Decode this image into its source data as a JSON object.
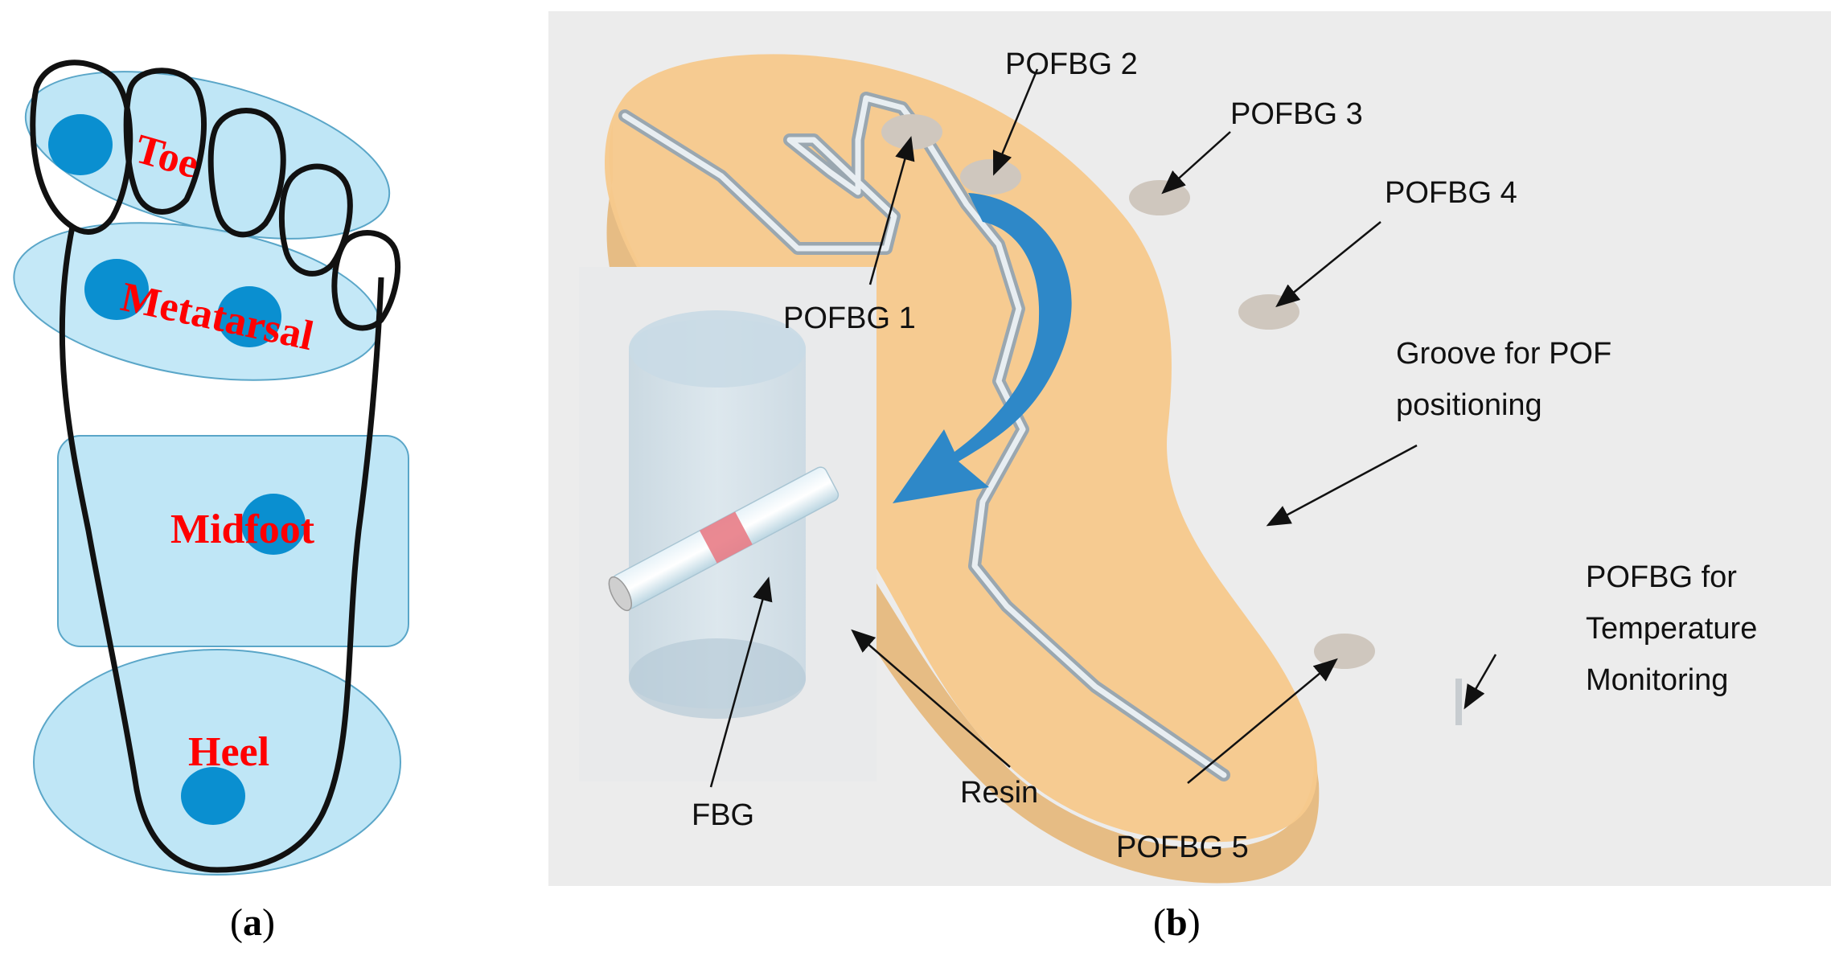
{
  "panel_a": {
    "regions": {
      "toe": "Toe",
      "metatarsal": "Metatarsal",
      "midfoot": "Midfoot",
      "heel": "Heel"
    },
    "caption_letter": "a"
  },
  "panel_b": {
    "labels": {
      "pofbg1": "POFBG 1",
      "pofbg2": "POFBG 2",
      "pofbg3": "POFBG 3",
      "pofbg4": "POFBG 4",
      "pofbg5": "POFBG 5",
      "groove_line1": "Groove for POF",
      "groove_line2": "positioning",
      "temp_line1": "POFBG for",
      "temp_line2": "Temperature",
      "temp_line3": "Monitoring",
      "resin": "Resin",
      "fbg": "FBG"
    },
    "caption_letter": "b"
  },
  "colors": {
    "region_fill": "#bfe6f6",
    "region_stroke": "#5aa6c8",
    "sensor_dot": "#0a8fd0",
    "region_text": "#ff0000",
    "insole": "#f7c98c",
    "arrow": "#2e88c8",
    "fbg_band": "#e87c86"
  }
}
